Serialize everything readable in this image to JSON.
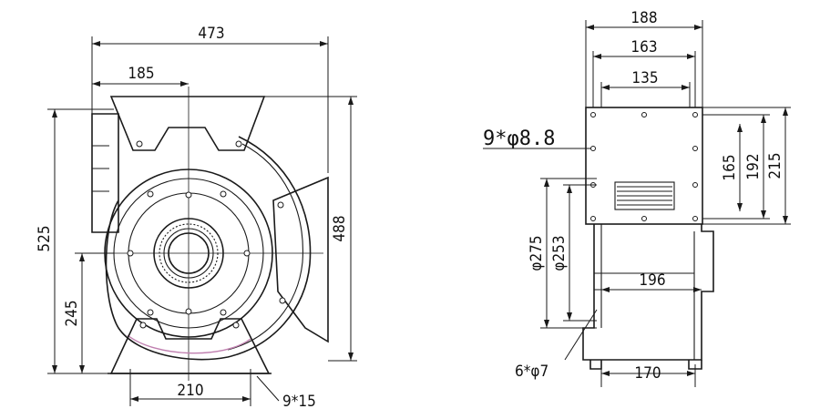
{
  "front_view": {
    "overall_width": "473",
    "inlet_offset": "185",
    "overall_height": "525",
    "body_height": "488",
    "axis_height": "245",
    "foot_spacing": "210",
    "foot_slot": "9*15"
  },
  "side_view": {
    "overall_width": "188",
    "mid_width": "163",
    "inner_width": "135",
    "flange_holes": "9*φ8.8",
    "outlet_height": "165",
    "hole_span_192": "192",
    "flange_height": "215",
    "dia_275": "φ275",
    "dia_253": "φ253",
    "housing_width": "196",
    "base_holes": "6*φ7",
    "base_width": "170"
  },
  "colors": {
    "line": "#1a1a1a",
    "accent": "#c080b0"
  }
}
